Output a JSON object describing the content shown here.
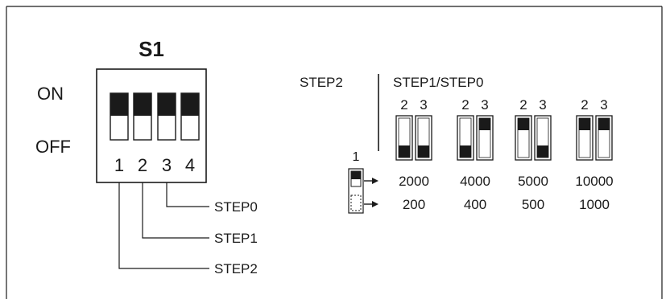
{
  "switch": {
    "title": "S1",
    "on_label": "ON",
    "off_label": "OFF",
    "numbers": [
      "1",
      "2",
      "3",
      "4"
    ],
    "positions": [
      "on",
      "on",
      "on",
      "on"
    ]
  },
  "leads": {
    "step0": "STEP0",
    "step1": "STEP1",
    "step2": "STEP2"
  },
  "table": {
    "left_header": "STEP2",
    "right_header": "STEP1/STEP0",
    "step2_switch_number": "1",
    "columns": [
      {
        "labels": [
          "2",
          "3"
        ],
        "switch2": "off",
        "switch3": "off",
        "high": "2000",
        "low": "200"
      },
      {
        "labels": [
          "2",
          "3"
        ],
        "switch2": "off",
        "switch3": "on",
        "high": "4000",
        "low": "400"
      },
      {
        "labels": [
          "2",
          "3"
        ],
        "switch2": "on",
        "switch3": "off",
        "high": "5000",
        "low": "500"
      },
      {
        "labels": [
          "2",
          "3"
        ],
        "switch2": "on",
        "switch3": "on",
        "high": "10000",
        "low": "1000"
      }
    ]
  }
}
